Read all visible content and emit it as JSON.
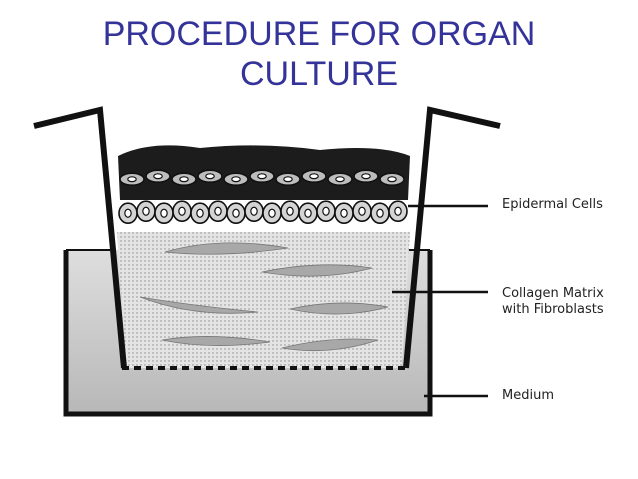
{
  "slide": {
    "title_line1": "PROCEDURE FOR ORGAN",
    "title_line2": "CULTURE"
  },
  "diagram": {
    "labels": {
      "epidermal": "Epidermal Cells",
      "collagen_line1": "Collagen Matrix",
      "collagen_line2": "with Fibroblasts",
      "medium": "Medium"
    },
    "colors": {
      "title": "#333399",
      "outline": "#111111",
      "medium_fill": "#c8c8c8",
      "collagen_fill": "#e2e2e2",
      "fibroblast_fill": "#a9a9a9",
      "epidermal_dark": "#1a1a1a",
      "epidermal_cell": "#d2d2d2"
    }
  }
}
